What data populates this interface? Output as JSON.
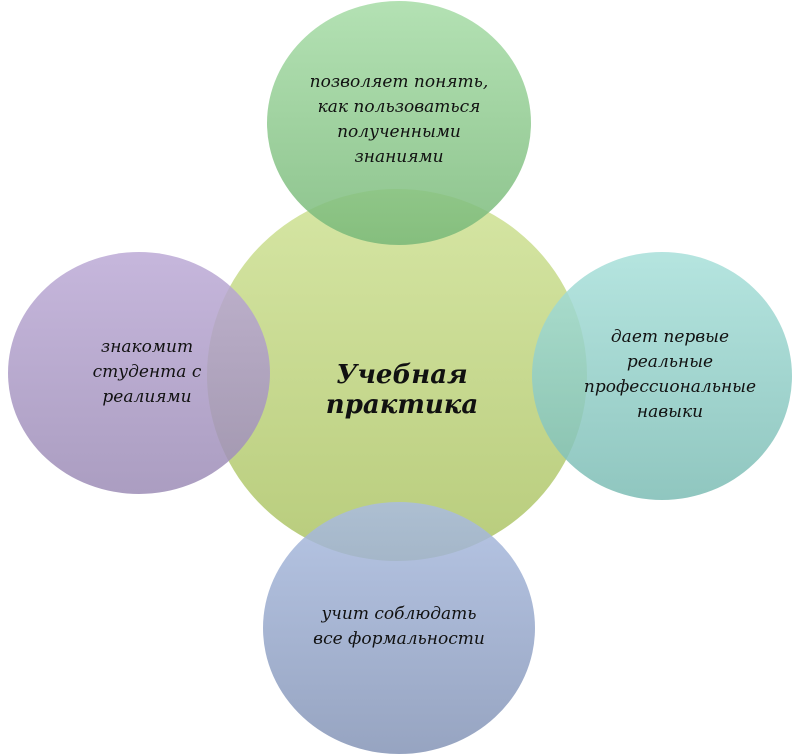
{
  "center": {
    "label": "Учебная практика",
    "color": "#c8dc90"
  },
  "nodes": {
    "top": {
      "lines": [
        "позволяет понять,",
        "как пользоваться",
        "полученными",
        "знаниями"
      ],
      "color": "#8fcc8f"
    },
    "left": {
      "lines": [
        "знакомит",
        "студента с",
        "реалиями"
      ],
      "color": "#a896c4"
    },
    "right": {
      "lines": [
        "дает первые",
        "реальные",
        "профессиональные",
        "навыки"
      ],
      "color": "#8ccfc8"
    },
    "bottom": {
      "lines": [
        "учит соблюдать",
        "все формальности"
      ],
      "color": "#90a4cc"
    }
  }
}
